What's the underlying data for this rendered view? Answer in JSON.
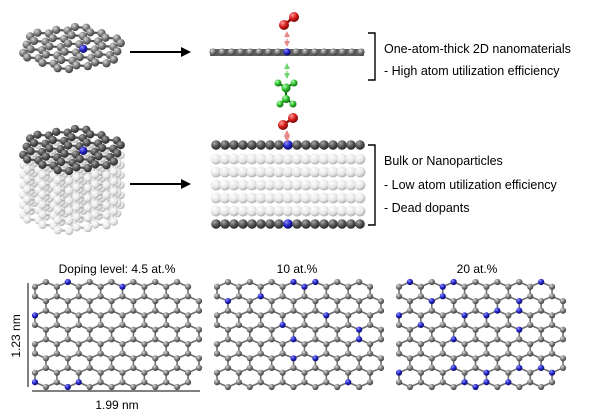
{
  "top_panel": {
    "bracket_label_1": "One-atom-thick 2D nanomaterials",
    "bracket_label_2": "- High atom utilization efficiency"
  },
  "middle_panel": {
    "bracket_label_1": "Bulk or Nanoparticles",
    "bracket_label_2": "- Low atom utilization efficiency",
    "bracket_label_3": "- Dead dopants"
  },
  "bottom_panel": {
    "sheets": [
      {
        "label": "Doping level: 4.5 at.%",
        "dopant_fraction": 0.045
      },
      {
        "label": "10 at.%",
        "dopant_fraction": 0.1
      },
      {
        "label": "20 at.%",
        "dopant_fraction": 0.2
      }
    ],
    "height_label": "1.23 nm",
    "width_label": "1.99 nm"
  },
  "colors": {
    "carbon_atom": "#7d7d7d",
    "carbon_light": "#e8e8e8",
    "dopant_atom": "#2323c8",
    "oxygen_atom": "#d81c1c",
    "adsorbate_atom": "#2fbf2f",
    "arrow_red": "#e88a8a",
    "arrow_green": "#6fd36f"
  }
}
